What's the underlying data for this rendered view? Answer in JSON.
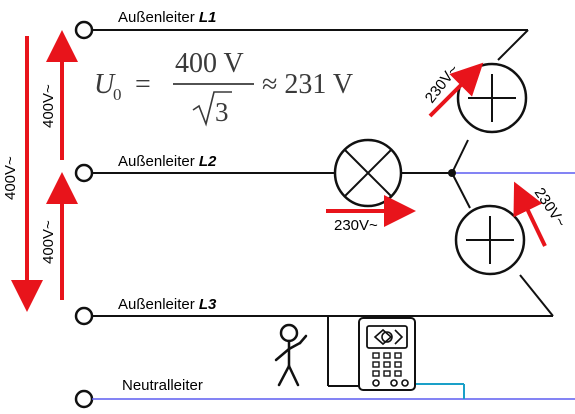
{
  "conductors": [
    {
      "label_prefix": "Außenleiter ",
      "label_name": "L1"
    },
    {
      "label_prefix": "Außenleiter ",
      "label_name": "L2"
    },
    {
      "label_prefix": "Außenleiter ",
      "label_name": "L3"
    },
    {
      "label_prefix": "Neutralleiter",
      "label_name": ""
    }
  ],
  "formula": {
    "lhs_symbol": "U",
    "lhs_subscript": "0",
    "equals": "=",
    "numerator": "400 V",
    "denominator": "3",
    "approx": "≈ 231 V"
  },
  "voltages": {
    "outer_left": "400V~",
    "upper_pair": "400V~",
    "lower_pair": "400V~",
    "lamp_middle": "230V~",
    "lamp_top_right": "230V~",
    "lamp_bottom_right": "230V~"
  },
  "colors": {
    "wire": "#111111",
    "arrow": "#e8141b",
    "neutral_blue": "#5c5cf0",
    "probe_cyan": "#1aa0c8"
  }
}
